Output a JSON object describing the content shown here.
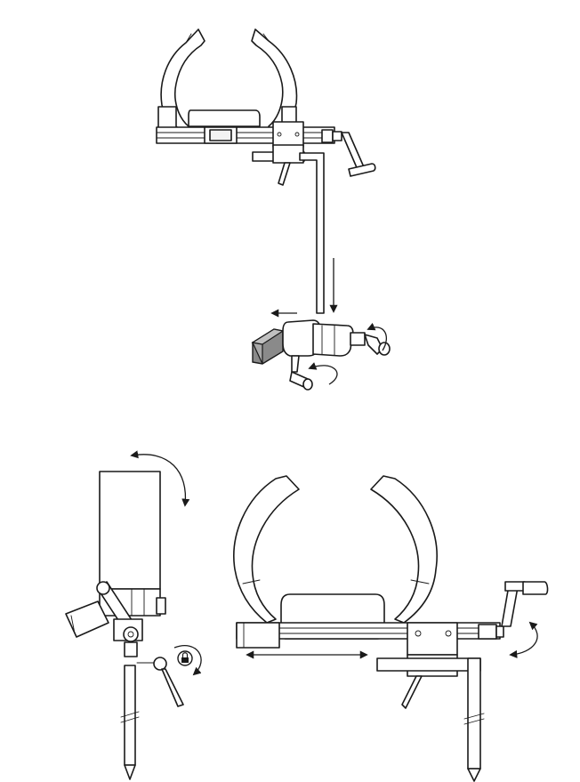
{
  "figure": {
    "views": [
      {
        "name": "top-assembly-view",
        "lock_symbol": ""
      },
      {
        "name": "bottom-left-side-view",
        "lock_symbol": "lock-icon"
      },
      {
        "name": "bottom-right-front-view",
        "lock_symbol": ""
      }
    ],
    "icons": [
      "lock-icon",
      "rotate-arrow-icon",
      "double-arrow-icon",
      "push-arrow-icon"
    ],
    "colors": {
      "ink": "#1a1a1a",
      "block": "#8a8a8a",
      "paper": "#ffffff"
    }
  }
}
